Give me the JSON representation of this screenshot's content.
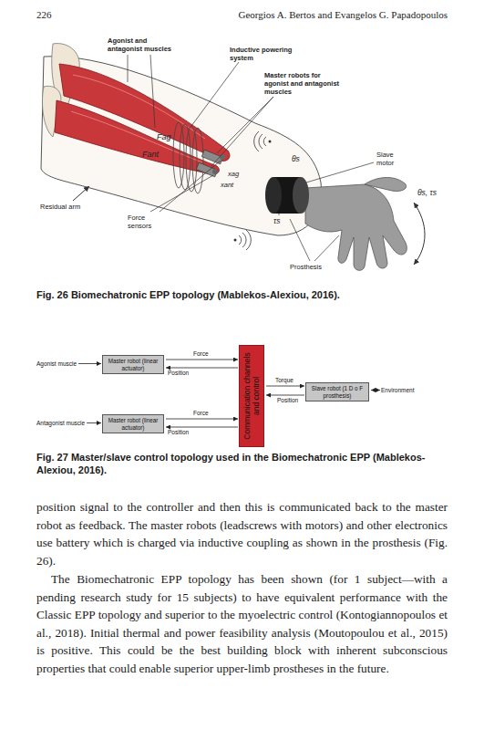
{
  "diagram": {
    "caption": "Fig. 27 Master/slave control topology used in the Biomechatronic EPP (Mablekos-Alexiou, 2016).",
    "nodes": [
      {
        "text": [
          "Agonist muscle"
        ]
      },
      {
        "text": [
          "Master robot (linear actuator)"
        ]
      },
      {
        "text": [
          "Communication channels and control"
        ]
      },
      {
        "text": [
          "Slave robot (1 D o F prosthesis)"
        ]
      },
      {
        "text": [
          "Environment"
        ]
      },
      {
        "text": [
          "Antagonist muscle"
        ]
      },
      {
        "text": [
          "Master robot (linear actuator)"
        ]
      }
    ],
    "edges": [
      {
        "from": 0,
        "to": 1,
        "arrow": "to"
      },
      {
        "from": 1,
        "to": 2,
        "label": "Force",
        "arrow": "to"
      },
      {
        "from": 2,
        "to": 1,
        "label": "Position",
        "arrow": "to"
      },
      {
        "from": 2,
        "to": 3,
        "label": "Torque",
        "arrow": "to"
      },
      {
        "from": 3,
        "to": 2,
        "label": "Position",
        "arrow": "to"
      },
      {
        "from": 3,
        "to": 4,
        "arrow": "both"
      },
      {
        "from": 5,
        "to": 6,
        "arrow": "to"
      },
      {
        "from": 6,
        "to": 2,
        "label": "Force",
        "arrow": "to"
      },
      {
        "from": 2,
        "to": 6,
        "label": "Position",
        "arrow": "to"
      }
    ],
    "labels": [
      "226",
      "Georgios A. Bertos and Evangelos G. Papadopoulos",
      "Agonist and antagonist muscles",
      "Inductive powering system",
      "Master robots for agonist and antagonist muscles",
      "Fag",
      "Fant",
      "xag",
      "xant",
      "θs",
      "Slave motor",
      "θs, τs",
      "Residual arm",
      "Force sensors",
      "τs",
      "Prosthesis",
      "Fig. 26 Biomechatronic EPP topology (Mablekos-Alexiou, 2016).",
      "position signal to the controller and then this is communicated back to the master robot as feedback. The master robots (leadscrews with motors) and other electronics use battery which is charged via inductive coupling as shown in the prosthesis (Fig. 26).",
      "The Biomechatronic EPP topology has been shown (for 1 subject—with a pending research study for 15 subjects) to have equivalent performance with the Classic EPP topology and superior to the myoelectric control (Kontogiannopoulos et al., 2018). Initial thermal and power feasibility analysis (Moutopoulou et al., 2015) is positive. This could be the best building block with inherent subconscious properties that could enable superior upper-limb prostheses in the future."
    ]
  }
}
